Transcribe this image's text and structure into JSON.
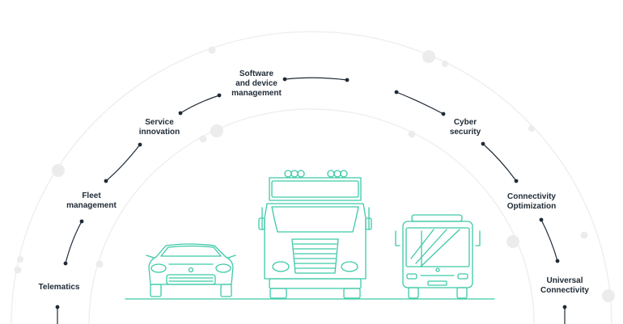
{
  "colors": {
    "vehicle_stroke": "#3cc9a7",
    "connector": "#1f2a36",
    "arc": "#eeeeee",
    "dot": "#ececec",
    "label": "#1f2a36"
  },
  "labels": {
    "telematics": "Telematics",
    "fleet": {
      "line1": "Fleet",
      "line2": "management"
    },
    "service": {
      "line1": "Service",
      "line2": "innovation"
    },
    "software": {
      "line1": "Software",
      "line2": "and device",
      "line3": "management"
    },
    "cyber": {
      "line1": "Cyber",
      "line2": "security"
    },
    "connectivity": {
      "line1": "Connectivity",
      "line2": "Optimization"
    },
    "universal": {
      "line1": "Universal",
      "line2": "Connectivity"
    }
  },
  "vehicles": [
    "car-icon",
    "truck-icon",
    "bus-icon"
  ]
}
